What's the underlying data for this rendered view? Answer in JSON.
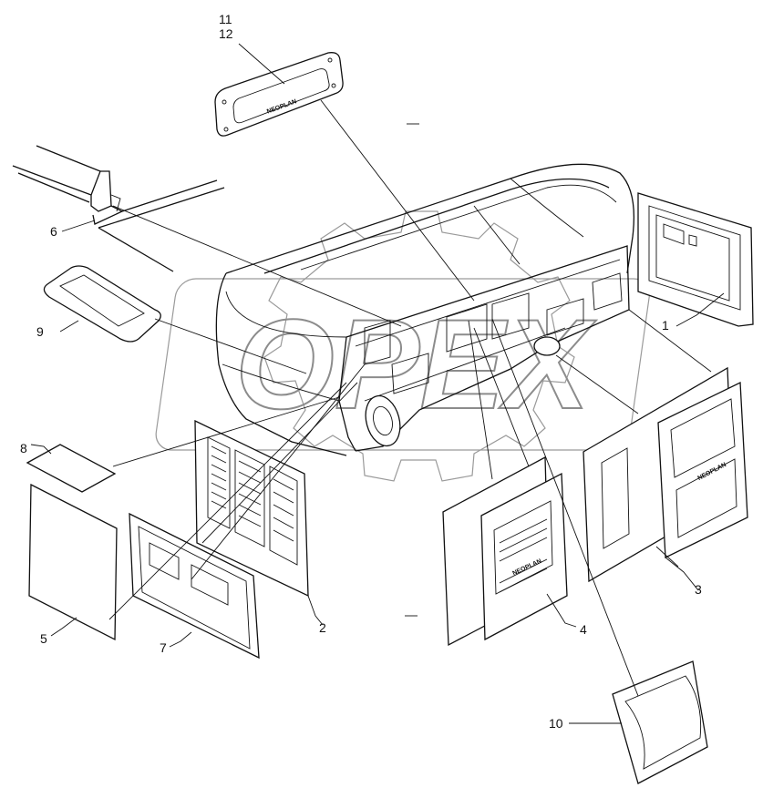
{
  "diagram": {
    "callouts": [
      {
        "id": "11",
        "label": "11"
      },
      {
        "id": "12",
        "label": "12"
      },
      {
        "id": "6",
        "label": "6"
      },
      {
        "id": "9",
        "label": "9"
      },
      {
        "id": "1",
        "label": "1"
      },
      {
        "id": "8",
        "label": "8"
      },
      {
        "id": "5",
        "label": "5"
      },
      {
        "id": "7",
        "label": "7"
      },
      {
        "id": "2",
        "label": "2"
      },
      {
        "id": "4",
        "label": "4"
      },
      {
        "id": "3",
        "label": "3"
      },
      {
        "id": "10",
        "label": "10"
      }
    ],
    "plate_text_top": "NEOPLAN",
    "plate_text_right": "NEOPLAN",
    "plate_text_mid": "NEOPLAN",
    "watermark": "OPEX"
  }
}
